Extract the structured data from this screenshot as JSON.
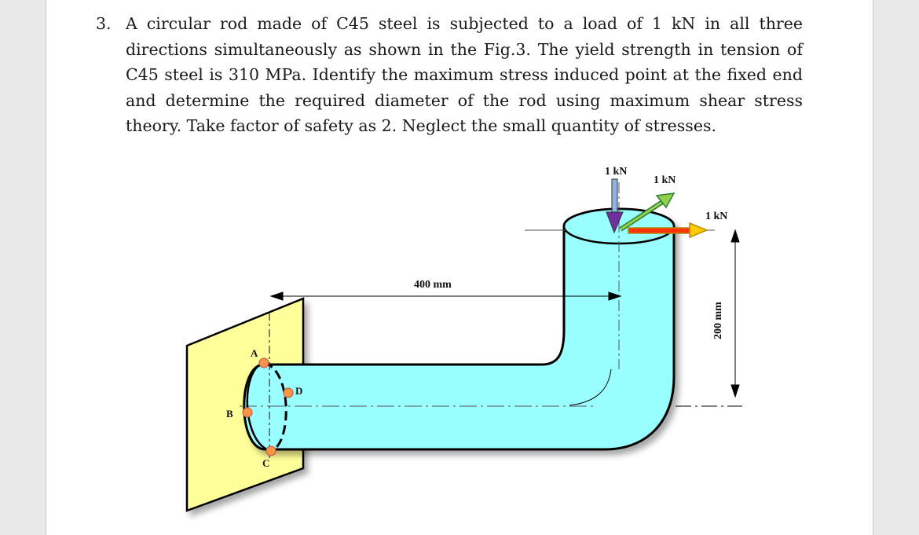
{
  "problem": {
    "number": "3.",
    "text": "A circular rod made of C45 steel is subjected to a load of 1 kN in all three directions simultaneously as shown in the Fig.3. The yield strength in tension of C45 steel is 310 MPa. Identify the maximum stress induced point at the fixed end and determine the required diameter of the rod using maximum shear stress theory. Take factor of safety as 2. Neglect the small quantity of stresses."
  },
  "figure": {
    "load_vertical": "1 kN",
    "load_inclined": "1 kN",
    "load_horizontal": "1 kN",
    "dim_length": "400 mm",
    "dim_height": "200 mm",
    "point_a": "A",
    "point_b": "B",
    "point_c": "C",
    "point_d": "D",
    "colors": {
      "wall": "#ffff99",
      "rod": "#99ffff",
      "arrow_vertical": "#7030a0",
      "arrow_inclined": "#92d050",
      "arrow_horizontal": "#ff3300",
      "points": "#f79646"
    }
  }
}
